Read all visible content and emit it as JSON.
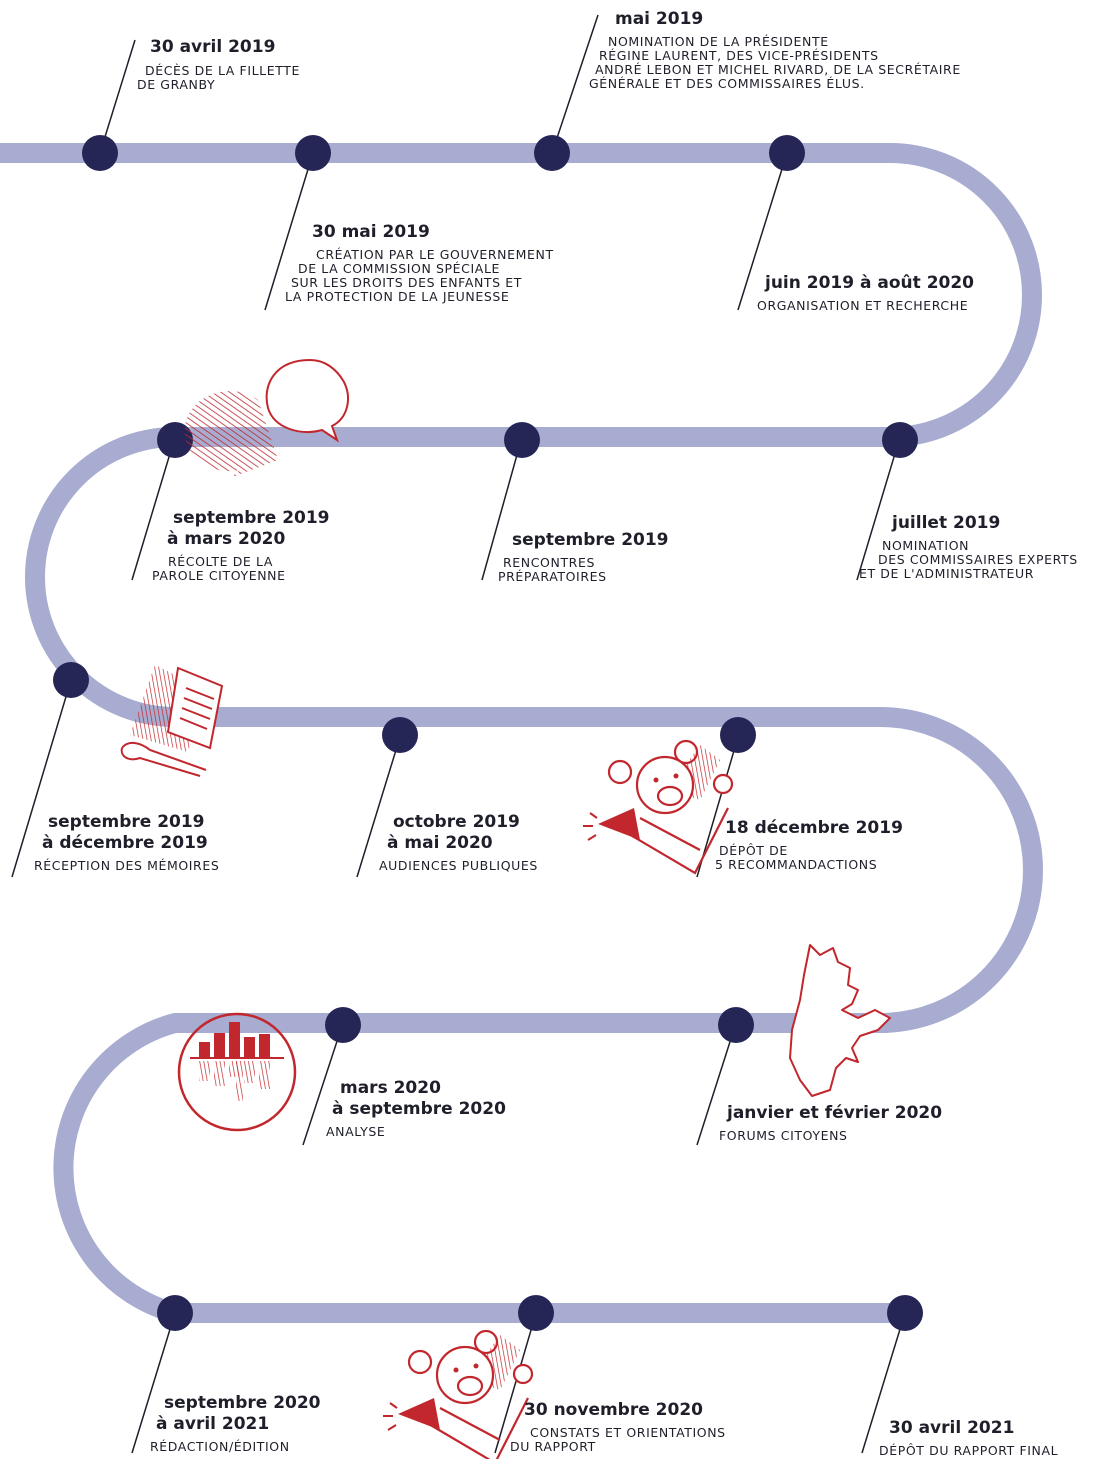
{
  "colors": {
    "track": "#a7acd0",
    "node": "#252656",
    "icon": "#c1272d",
    "text": "#1e1f2a"
  },
  "events": [
    {
      "date": [
        "30 avril 2019"
      ],
      "desc": [
        "DÉCÈS DE LA FILLETTE",
        "DE GRANBY"
      ]
    },
    {
      "date": [
        "30 mai 2019"
      ],
      "desc": [
        "CRÉATION PAR LE GOUVERNEMENT",
        "DE LA COMMISSION SPÉCIALE",
        "SUR LES DROITS DES ENFANTS ET",
        "LA PROTECTION DE LA JEUNESSE"
      ]
    },
    {
      "date": [
        "mai 2019"
      ],
      "desc": [
        "NOMINATION DE LA PRÉSIDENTE",
        "RÉGINE LAURENT, DES VICE-PRÉSIDENTS",
        "ANDRÉ LEBON ET MICHEL RIVARD, DE LA SECRÉTAIRE",
        "GÉNÉRALE  ET DES COMMISSAIRES ÉLUS."
      ]
    },
    {
      "date": [
        "juin 2019 à août 2020"
      ],
      "desc": [
        "ORGANISATION ET RECHERCHE"
      ]
    },
    {
      "date": [
        "juillet 2019"
      ],
      "desc": [
        "NOMINATION",
        "DES COMMISSAIRES EXPERTS",
        "ET DE L'ADMINISTRATEUR"
      ]
    },
    {
      "date": [
        "septembre 2019"
      ],
      "desc": [
        "RENCONTRES",
        "PRÉPARATOIRES"
      ]
    },
    {
      "date": [
        "septembre 2019",
        "à mars 2020"
      ],
      "desc": [
        "RÉCOLTE DE LA",
        "PAROLE CITOYENNE"
      ]
    },
    {
      "date": [
        "septembre 2019",
        "à décembre 2019"
      ],
      "desc": [
        "RÉCEPTION DES MÉMOIRES"
      ]
    },
    {
      "date": [
        "octobre 2019",
        "à mai 2020"
      ],
      "desc": [
        "AUDIENCES PUBLIQUES"
      ]
    },
    {
      "date": [
        "18 décembre 2019"
      ],
      "desc": [
        "DÉPÔT DE",
        "5 RECOMMANDACTIONS"
      ]
    },
    {
      "date": [
        "janvier et février 2020"
      ],
      "desc": [
        "FORUMS CITOYENS"
      ]
    },
    {
      "date": [
        "mars 2020",
        "à septembre 2020"
      ],
      "desc": [
        "ANALYSE"
      ]
    },
    {
      "date": [
        "septembre 2020",
        "à avril 2021"
      ],
      "desc": [
        "RÉDACTION/ÉDITION"
      ]
    },
    {
      "date": [
        "30 novembre 2020"
      ],
      "desc": [
        "CONSTATS ET ORIENTATIONS",
        "DU RAPPORT"
      ]
    },
    {
      "date": [
        "30 avril 2021"
      ],
      "desc": [
        "DÉPÔT DU RAPPORT FINAL"
      ]
    }
  ],
  "icons": [
    {
      "name": "speech-bubble-icon"
    },
    {
      "name": "open-book-icon"
    },
    {
      "name": "teddy-bear-megaphone-icon"
    },
    {
      "name": "bar-chart-circle-icon"
    },
    {
      "name": "quebec-map-icon"
    },
    {
      "name": "teddy-bear-megaphone-icon"
    }
  ]
}
